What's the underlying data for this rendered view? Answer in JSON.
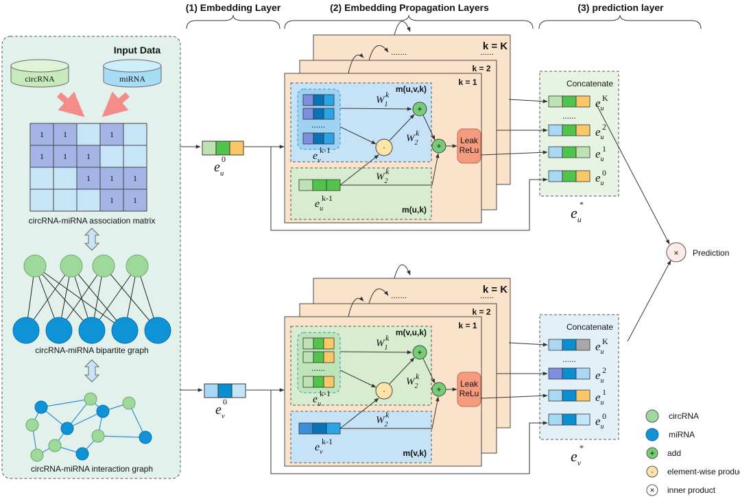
{
  "headers": {
    "embedding": "(1) Embedding Layer",
    "propagation": "(2) Embedding Propagation Layers",
    "prediction": "(3) prediction layer"
  },
  "input": {
    "title": "Input Data",
    "db_circ": "circRNA",
    "db_mirna": "miRNA",
    "matrix_caption": "circRNA-miRNA association matrix",
    "matrix_values": [
      [
        "1",
        "1",
        "",
        "1",
        ""
      ],
      [
        "1",
        "1",
        "1",
        "",
        ""
      ],
      [
        "",
        "",
        "1",
        "1",
        "1"
      ],
      [
        "",
        "",
        "",
        "1",
        "1"
      ]
    ],
    "bipartite_caption": "circRNA-miRNA bipartite graph",
    "interaction_caption": "circRNA-miRNA interaction graph"
  },
  "top": {
    "layers": [
      "k = 1",
      "k = 2",
      "k = K"
    ],
    "dots": ".......",
    "box1_label": "m(u,v,k)",
    "box2_label": "m(u,k)",
    "stack_dots": "......",
    "leak": [
      "Leak",
      "ReLu"
    ],
    "concat_title": "Concatenate",
    "concat_dots": "......"
  },
  "bottom": {
    "layers": [
      "k = 1",
      "k = 2",
      "k = K"
    ],
    "dots": ".......",
    "box1_label": "m(v,u,k)",
    "box2_label": "m(v,k)",
    "stack_dots": "......",
    "leak": [
      "Leak",
      "ReLu"
    ],
    "concat_title": "Concatenate",
    "concat_dots": "......"
  },
  "symbols": {
    "e": "e",
    "u": "u",
    "v": "v",
    "zero": "0",
    "one": "1",
    "two": "2",
    "K": "K",
    "km1": "k-1",
    "k": "k",
    "star": "*",
    "W": "W",
    "plus": "+",
    "dot": "·",
    "times": "×"
  },
  "prediction": "Prediction",
  "legend": [
    {
      "icon": "green-circle",
      "label": "circRNA",
      "color": "#9ed89a"
    },
    {
      "icon": "blue-circle",
      "label": "miRNA",
      "color": "#1592d5"
    },
    {
      "icon": "add-circle",
      "label": "add",
      "symbol": "+",
      "color": "#77cc77"
    },
    {
      "icon": "product-circle",
      "label": "element-wise product",
      "symbol": "·",
      "color": "#fde4a8"
    },
    {
      "icon": "inner-product-circle",
      "label": "inner product",
      "symbol": "×",
      "color": "#ffffff"
    }
  ],
  "colors": {
    "input_panel": "#e3f1ec",
    "layer_card": "#fbe3cb",
    "blue_box": "#c6e2f6",
    "green_box": "#d8eccf",
    "concat_top": "#e7f4e4",
    "concat_bottom": "#e3f0f8",
    "matrix_dark": "#a4b4e6",
    "matrix_light": "#c6e5f7",
    "cell_blue": "#0a8fd3",
    "cell_green": "#52c44c",
    "cell_orange": "#fac868",
    "leak_relu": "#f49a7e"
  }
}
